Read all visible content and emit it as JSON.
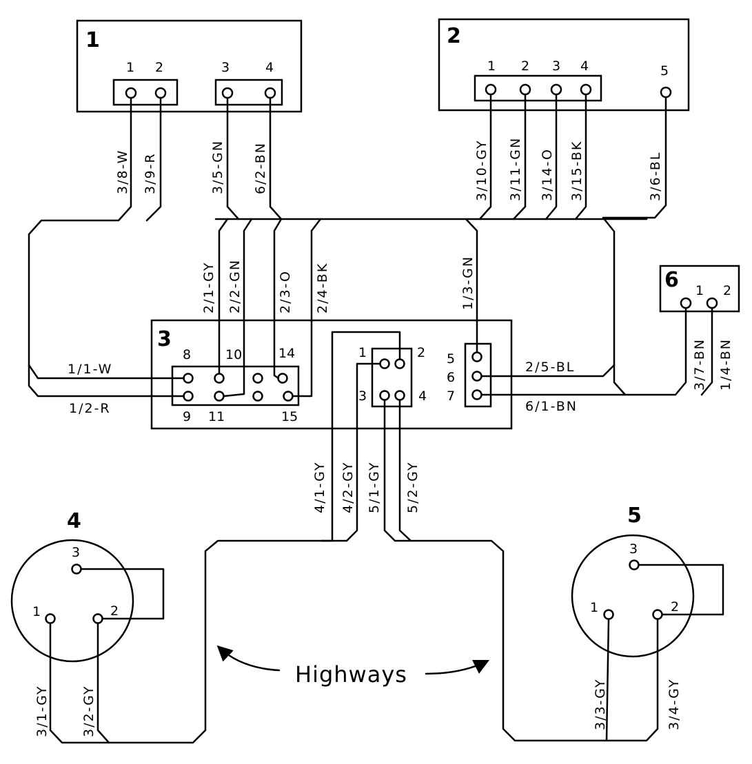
{
  "components": {
    "c1": {
      "number": "1",
      "terminals": [
        "1",
        "2",
        "3",
        "4"
      ]
    },
    "c2": {
      "number": "2",
      "terminals": [
        "1",
        "2",
        "3",
        "4",
        "5"
      ]
    },
    "c3": {
      "number": "3",
      "terminals": [
        "8",
        "10",
        "14",
        "9",
        "11",
        "15",
        "1",
        "2",
        "3",
        "4",
        "5",
        "6",
        "7"
      ]
    },
    "c4": {
      "number": "4",
      "terminals": [
        "3",
        "1",
        "2"
      ]
    },
    "c5": {
      "number": "5",
      "terminals": [
        "3",
        "1",
        "2"
      ]
    },
    "c6": {
      "number": "6",
      "terminals": [
        "1",
        "2"
      ]
    }
  },
  "wires": {
    "w_3_8": "3/8-W",
    "w_3_9": "3/9-R",
    "w_3_5": "3/5-GN",
    "w_6_2": "6/2-BN",
    "w_3_10": "3/10-GY",
    "w_3_11": "3/11-GN",
    "w_3_14": "3/14-O",
    "w_3_15": "3/15-BK",
    "w_3_6": "3/6-BL",
    "w_2_1": "2/1-GY",
    "w_2_2": "2/2-GN",
    "w_2_3": "2/3-O",
    "w_2_4": "2/4-BK",
    "w_1_3": "1/3-GN",
    "w_1_1": "1/1-W",
    "w_1_2": "1/2-R",
    "w_2_5": "2/5-BL",
    "w_6_1": "6/1-BN",
    "w_3_7": "3/7-BN",
    "w_1_4": "1/4-BN",
    "w_4_1": "4/1-GY",
    "w_4_2": "4/2-GY",
    "w_5_1": "5/1-GY",
    "w_5_2": "5/2-GY",
    "w_3_1": "3/1-GY",
    "w_3_2": "3/2-GY",
    "w_3_3": "3/3-GY",
    "w_3_4": "3/4-GY"
  },
  "annotation": {
    "highways": "Highways"
  }
}
